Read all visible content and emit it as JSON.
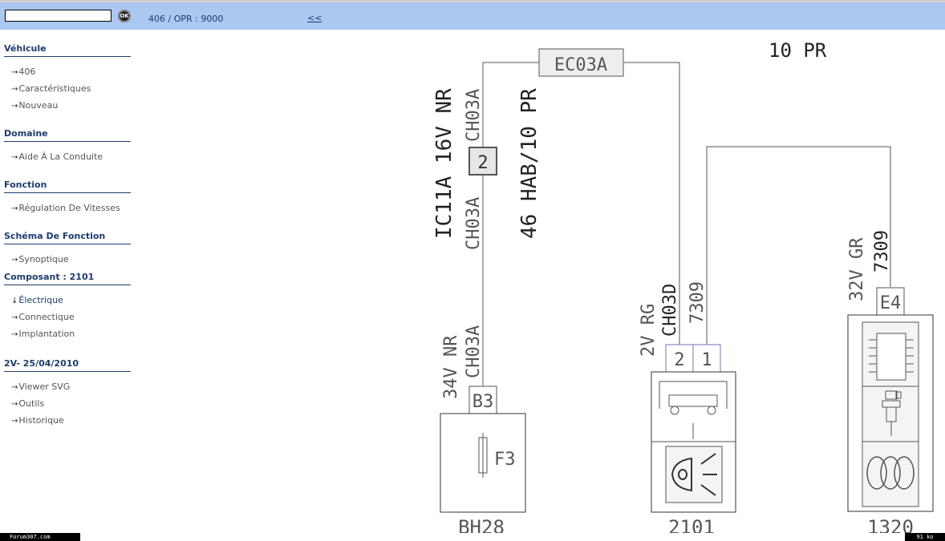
{
  "topbar": {
    "search_value": "",
    "ok_label": "OK",
    "breadcrumb": "406  /  OPR : 9000",
    "back_label": "<<"
  },
  "sidebar": {
    "sections": [
      {
        "title": "Véhicule",
        "items": [
          "406",
          "Caractéristiques",
          "Nouveau"
        ]
      },
      {
        "title": "Domaine",
        "items": [
          "Aide À La Conduite"
        ]
      },
      {
        "title": "Fonction",
        "items": [
          "Régulation De Vitesses"
        ]
      },
      {
        "title": "Schéma De Fonction",
        "items": [
          "Synoptique"
        ]
      },
      {
        "title": "Composant : 2101",
        "items": [
          "Électrique",
          "Connectique",
          "Implantation"
        ]
      },
      {
        "title": "2V- 25/04/2010",
        "items": [
          "Viewer SVG",
          "Outils",
          "Historique"
        ]
      }
    ],
    "current_item": "Électrique"
  },
  "diagram": {
    "connector_top": "EC03A",
    "top_right_label": "10  PR",
    "wire1_label_a": "IC11A  16V NR",
    "wire1_label_b": "CH03A",
    "wire1_label_c": "CH03A",
    "wire1_pin": "2",
    "wire2_label": "46 HAB/10 PR",
    "bh28_wire_label_a": "34V  NR",
    "bh28_wire_label_b": "CH03A",
    "bh28_connector": "B3",
    "bh28_fuse": "F3",
    "bh28_name": "BH28",
    "c2101_label_a": "2V  RG",
    "c2101_label_b": "CH03D",
    "c2101_label_c": "7309",
    "c2101_pin_a": "2",
    "c2101_pin_b": "1",
    "c2101_name": "2101",
    "c1320_label_a": "32V  GR",
    "c1320_label_b": "7309",
    "c1320_connector": "E4",
    "c1320_name": "1320"
  },
  "footer": {
    "left": "Forum307.com",
    "right": "91 ko"
  }
}
